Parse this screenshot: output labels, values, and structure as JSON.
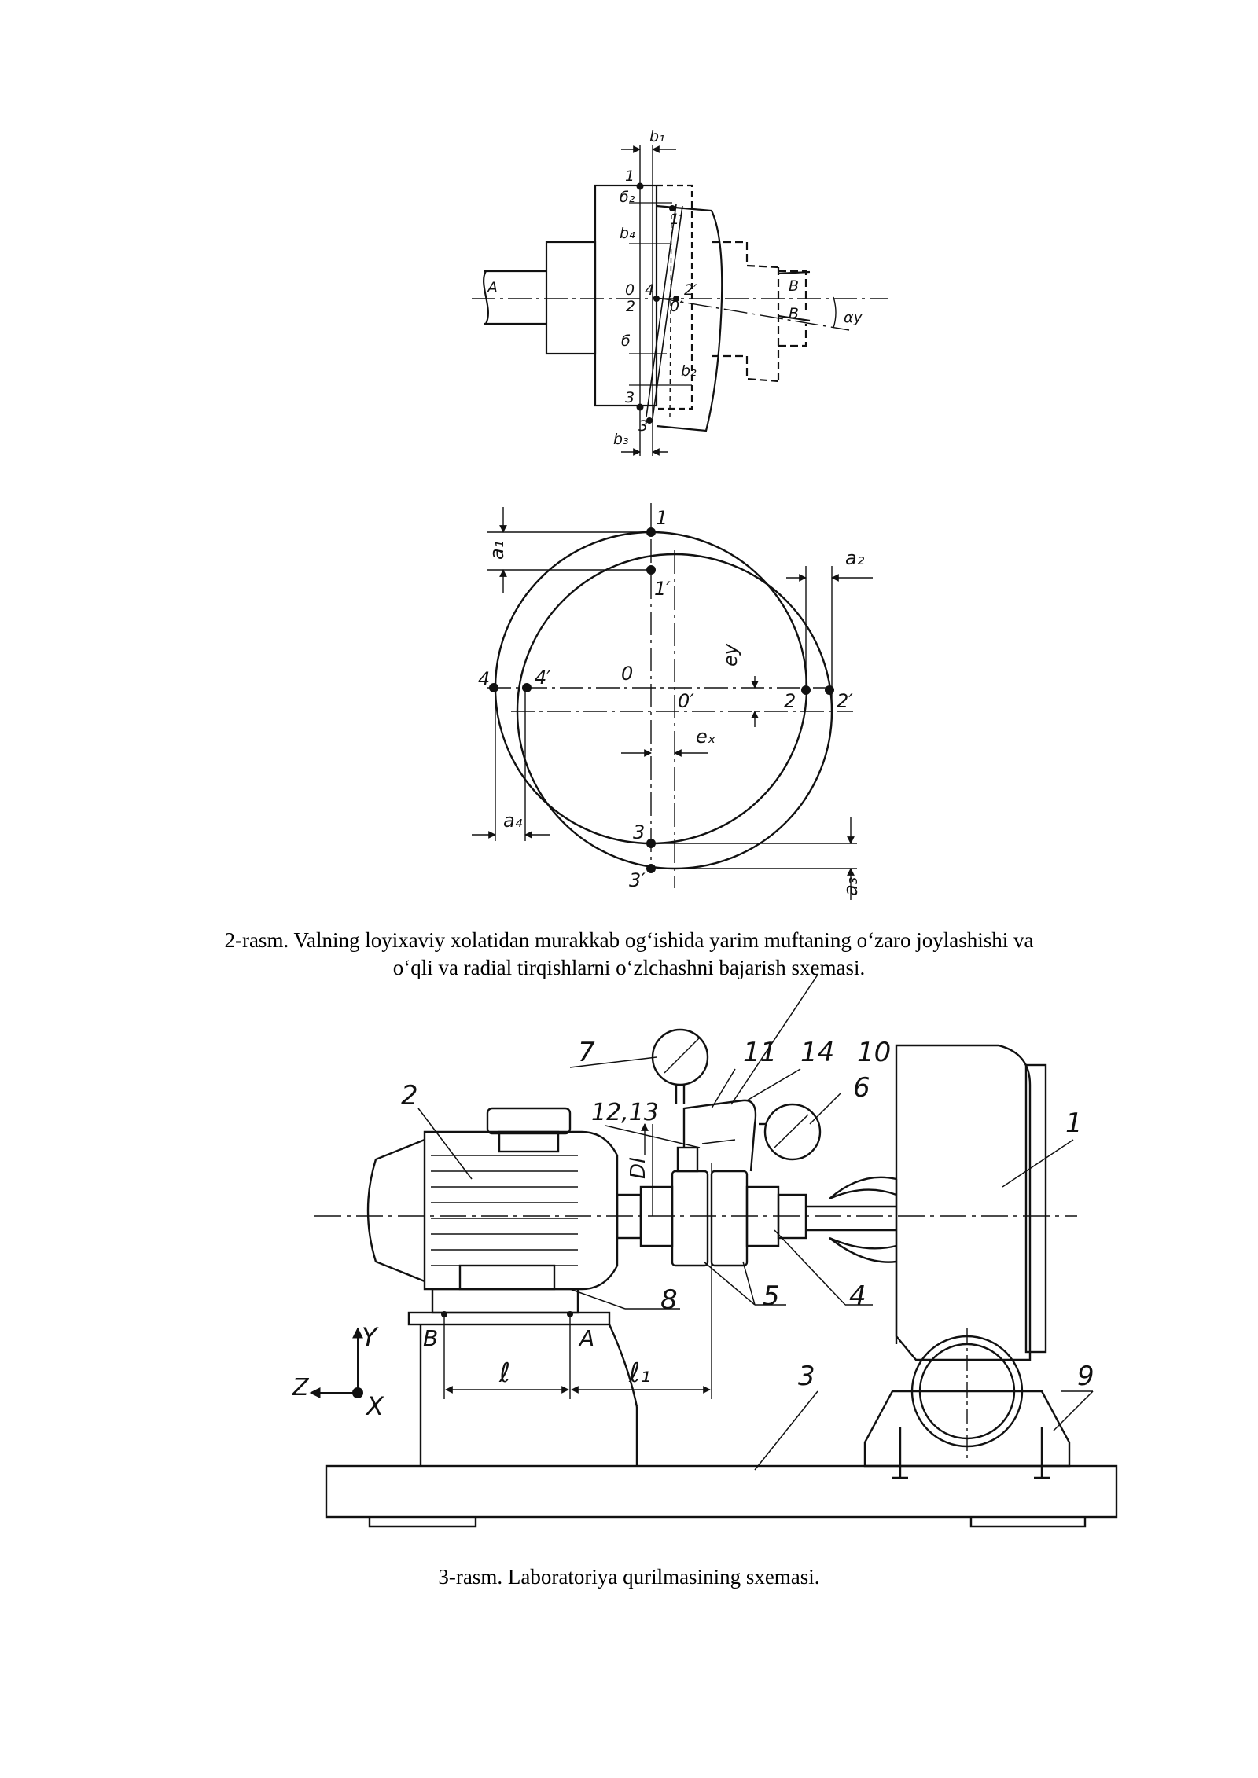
{
  "figure2": {
    "caption_line1": "2-rasm. Valning loyixaviy xolatidan murakkab ogʻishida yarim muftaning oʻzaro joylashishi va",
    "caption_line2": "oʻqli va radial tirqishlarni oʻzlchashni bajarish sxemasi.",
    "side_view_labels": {
      "b1": "b₁",
      "d2": "б₂",
      "b4": "b₄",
      "delta": "б",
      "b2": "b₂",
      "b3": "b₃",
      "p1": "1",
      "p1p": "1′",
      "p0": "0",
      "p4": "4",
      "p2": "2",
      "p2p": "2′",
      "p0p": "0′",
      "p3": "3",
      "p3p": "3′",
      "shaftA": "A",
      "shaftB1": "B",
      "shaftB2": "B",
      "alpha": "αy"
    },
    "circle_view_labels": {
      "a1": "a₁",
      "a2": "a₂",
      "a3": "a₃",
      "a4": "a₄",
      "ey": "ey",
      "ex": "eₓ",
      "p1": "1",
      "p1p": "1′",
      "p0": "0",
      "p0p": "0′",
      "p4": "4",
      "p4p": "4′",
      "p2": "2",
      "p2p": "2′",
      "p3": "3",
      "p3p": "3′"
    }
  },
  "figure3": {
    "caption": "3-rasm. Laboratoriya qurilmasining sxemasi.",
    "labels": {
      "n1": "1",
      "n2": "2",
      "n3": "3",
      "n4": "4",
      "n5": "5",
      "n6": "6",
      "n7": "7",
      "n8": "8",
      "n9": "9",
      "n10": "10",
      "n11": "11",
      "n14": "14",
      "n1213": "12,13",
      "dl": "Dl",
      "ptA": "A",
      "ptB": "B",
      "len_l": "ℓ",
      "len_l1": "ℓ₁",
      "axY": "Y",
      "axZ": "Z",
      "axX": "X"
    }
  },
  "colors": {
    "ink": "#111111",
    "paper": "#ffffff"
  }
}
